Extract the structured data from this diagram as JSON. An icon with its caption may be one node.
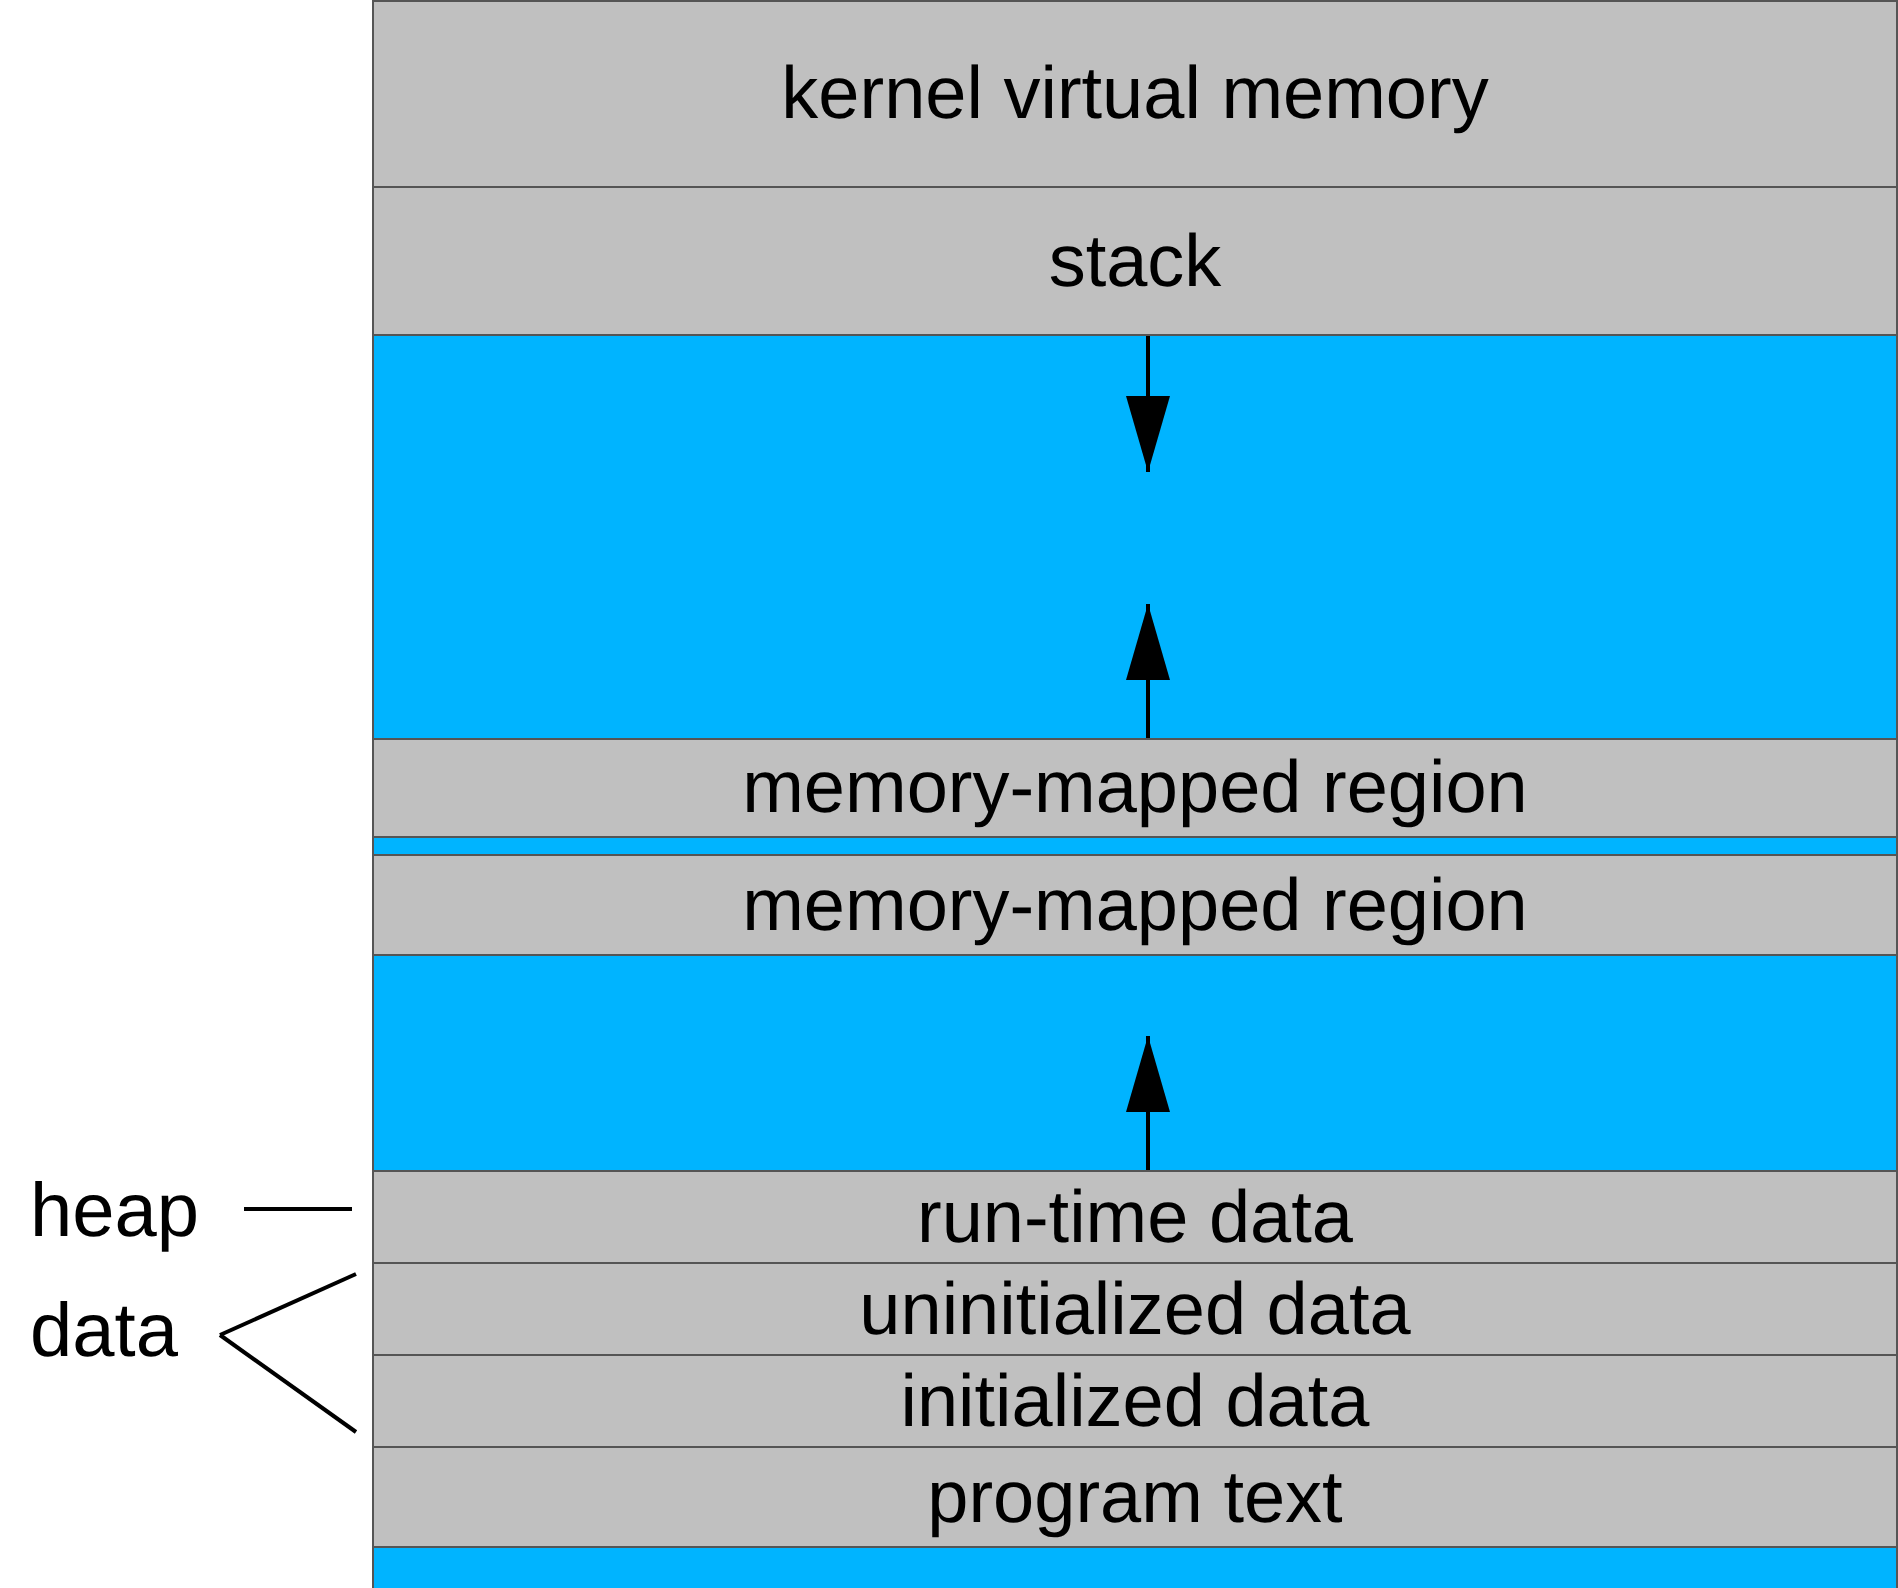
{
  "diagram": {
    "nodes": [
      {
        "text": [
          "kernel virtual memory"
        ]
      },
      {
        "text": [
          "stack"
        ]
      },
      {
        "text": [],
        "shape": "box"
      },
      {
        "text": [
          "memory-mapped region"
        ]
      },
      {
        "text": [],
        "shape": "box"
      },
      {
        "text": [
          "memory-mapped region"
        ]
      },
      {
        "text": [],
        "shape": "box"
      },
      {
        "text": [
          "run-time data"
        ]
      },
      {
        "text": [
          "uninitialized data"
        ]
      },
      {
        "text": [
          "initialized data"
        ]
      },
      {
        "text": [
          "program text"
        ]
      },
      {
        "text": [],
        "shape": "box"
      },
      {
        "text": [
          "heap"
        ]
      },
      {
        "text": [
          "data"
        ]
      }
    ],
    "edges": [
      {
        "from": 1,
        "to": 2,
        "arrow": "to"
      },
      {
        "from": 3,
        "to": 2,
        "arrow": "to"
      },
      {
        "from": 7,
        "to": 6,
        "arrow": "to"
      },
      {
        "from": 12,
        "to": 7,
        "arrow": "none"
      },
      {
        "from": 13,
        "to": 8,
        "arrow": "none"
      },
      {
        "from": 13,
        "to": 9,
        "arrow": "none"
      }
    ]
  }
}
